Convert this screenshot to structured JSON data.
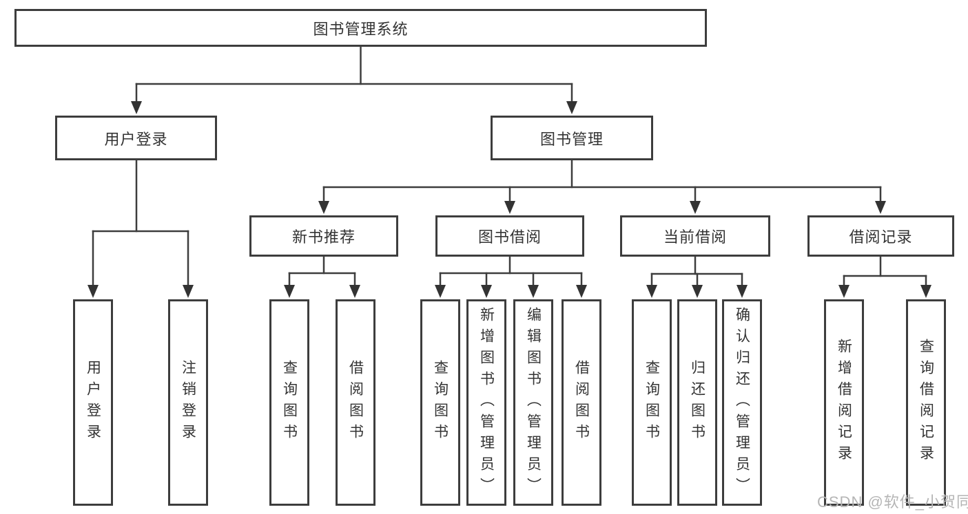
{
  "diagram": {
    "title": "图书管理系统",
    "level2": {
      "user_login": "用户登录",
      "book_mgmt": "图书管理"
    },
    "level3": {
      "new_books": "新书推荐",
      "book_borrow": "图书借阅",
      "current_borrow": "当前借阅",
      "borrow_records": "借阅记录"
    },
    "leaves": {
      "user_login": [
        "用户登录",
        "注销登录"
      ],
      "new_books": [
        "查询图书",
        "借阅图书"
      ],
      "book_borrow": [
        "查询图书",
        "新增图书（管理员）",
        "编辑图书（管理员）",
        "借阅图书"
      ],
      "current_borrow": [
        "查询图书",
        "归还图书",
        "确认归还（管理员）"
      ],
      "borrow_records": [
        "新增借阅记录",
        "查询借阅记录"
      ]
    },
    "watermark": "CSDN @软件_小贺同学",
    "colors": {
      "line": "#3d3d3d",
      "arrow": "#333333",
      "box_border": "#3d3d3d",
      "text": "#333333",
      "watermark": "#b5b5b5",
      "background": "#ffffff"
    }
  }
}
